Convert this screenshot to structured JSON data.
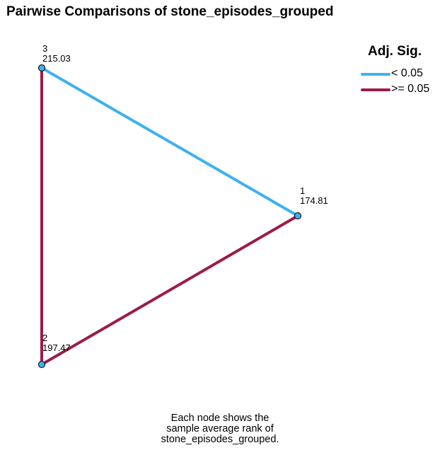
{
  "title": "Pairwise Comparisons of stone_episodes_grouped",
  "legend": {
    "title": "Adj. Sig.",
    "items": [
      {
        "label": "< 0.05",
        "color": "#3eb1f0"
      },
      {
        "label": ">= 0.05",
        "color": "#9b1b4a"
      }
    ]
  },
  "nodes": [
    {
      "id": "3",
      "value": "215.03"
    },
    {
      "id": "1",
      "value": "174.81"
    },
    {
      "id": "2",
      "value": "197.47"
    }
  ],
  "edges": [
    {
      "from": "3",
      "to": "1",
      "significance": "< 0.05"
    },
    {
      "from": "1",
      "to": "2",
      "significance": ">= 0.05"
    },
    {
      "from": "3",
      "to": "2",
      "significance": ">= 0.05"
    }
  ],
  "node_color": "#3eb1f0",
  "footnote": {
    "lines": [
      "Each node shows the",
      "sample average rank of",
      "stone_episodes_grouped."
    ]
  }
}
